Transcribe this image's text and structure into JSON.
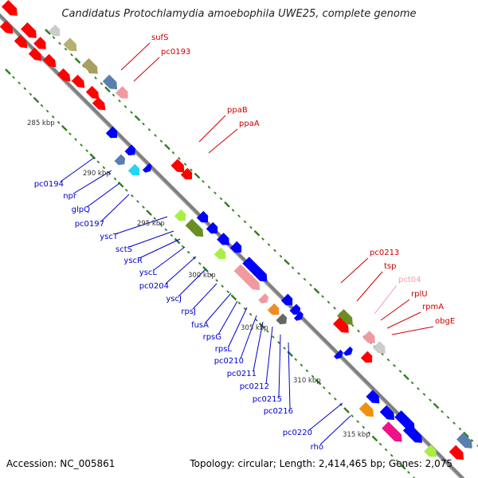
{
  "title": "Candidatus Protochlamydia amoebophila UWE25, complete genome",
  "accession": "Accession: NC_005861",
  "summary": "Topology: circular; Length: 2,414,465 bp; Genes: 2,075",
  "scale_labels": [
    "285 kbp",
    "290 kbp",
    "295 kbp",
    "300 kbp",
    "305 kbp",
    "310 kbp",
    "315 kbp"
  ],
  "colors": {
    "forward_gene": "#ff0000",
    "reverse_gene": "#0000ff",
    "backbone": "#808080",
    "tick": "#2e7d1e",
    "label_forward": "#cc0000",
    "label_reverse": "#0000cc",
    "label_pink": "#ff9ab0"
  },
  "forward_labels": [
    {
      "text": "sufS",
      "color": "#cc0000"
    },
    {
      "text": "pc0193",
      "color": "#cc0000"
    },
    {
      "text": "ppaB",
      "color": "#cc0000"
    },
    {
      "text": "ppaA",
      "color": "#cc0000"
    },
    {
      "text": "pc0213",
      "color": "#cc0000"
    },
    {
      "text": "tsp",
      "color": "#cc0000"
    },
    {
      "text": "pct04",
      "color": "#ff9ab0"
    },
    {
      "text": "rplU",
      "color": "#cc0000"
    },
    {
      "text": "rpmA",
      "color": "#cc0000"
    },
    {
      "text": "obgE",
      "color": "#cc0000"
    }
  ],
  "reverse_labels": [
    "pc0194",
    "npr",
    "glpQ",
    "pc0197",
    "yscT",
    "sctS",
    "yscR",
    "yscL",
    "pc0204",
    "yscJ",
    "rpsJ",
    "fusA",
    "rpsG",
    "rpsL",
    "pc0210",
    "pc0211",
    "pc0212",
    "pc0215",
    "pc0216",
    "pc0220",
    "rho"
  ]
}
